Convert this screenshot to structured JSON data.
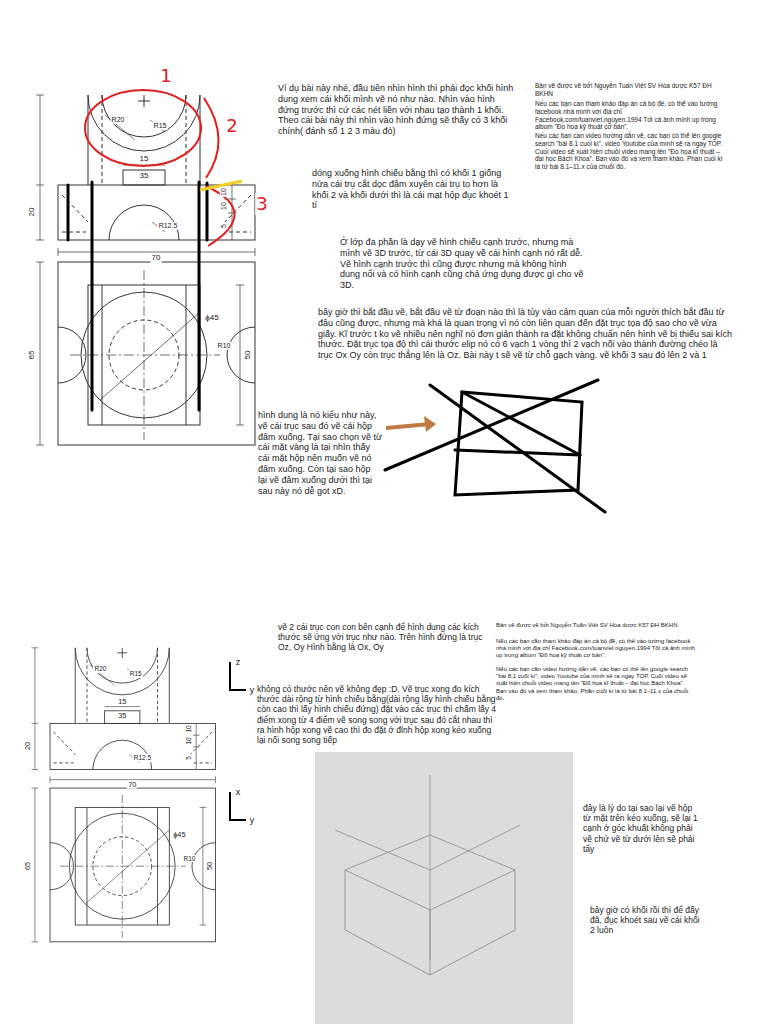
{
  "diagram": {
    "labels": [
      "1",
      "2",
      "3",
      "35",
      "R20",
      "R15",
      "15",
      "20",
      "10",
      "10",
      "5",
      "R12.5",
      "70",
      "65",
      "ϕ45",
      "R10",
      "50",
      "Ví dụ bài này nhé, đầu tiên nhìn hình thì phải đọc khối hình dung xem cái khối mình vẽ nó như nào. Nhìn vào hình đứng trước thì cứ các nét liền với nhau tạo thành 1 khối. Theo cái bài này thì nhìn vào hình đứng sẽ thấy có 3 khối chính( đánh số 1 2 3 màu đỏ)",
      "Bản vẽ được vẽ bởi Nguyễn Tuấn Việt SV Hóa dược K57 ĐH BKHN",
      "Nếu các bạn cần tham khảo đáp án cả bộ đề, có thể vào tường facebook nhà mình với địa chỉ Facebook.com/tuanviet.nguyen.1994 Tốt cả ảnh mình up trong album \"Đồ họa kỹ thuật cơ bản\".",
      "Nếu các bạn cần video hướng dẫn vẽ, các bạn có thể lên google search \"bài 8.1 cuối kì\", video Youtube của mình sẽ ra ngay TOP. Cuối video sẽ xuất hiện chuỗi video mang tên \"Đồ họa kĩ thuật – đại học Bách Khoa\". Bạn vào đó và xem tham khảo. Phần cuối kì là từ bài 8.1–11.x của chuỗi đó.",
      "dóng xuống hình chiếu bằng thì có khối 1 giống nửa cái trụ cắt dọc đâm xuyên cái trụ to hơn là khối 2 và khối dưới thì là cái mạt hộp đục khoét 1 tí",
      "Ở lớp đa phần là dạy vẽ hình chiếu cạnh trước, nhưng mà mình vẽ 3D trước, từ cái 3D quay về cái hình cạnh nó rất dễ. Vẽ hình cạnh trước thì cũng được nhưng mà không hình dung nổi và có hình cạnh cũng chả ứng dụng được gì cho vẽ 3D.",
      "bây giờ thì bắt đầu vẽ, bắt đầu vẽ từ đoạn nào thì là tùy vào cảm quan của mỗi người thích bắt đầu từ đâu cũng được, nhưng mà khá là quan trọng vì nó còn liên quan đến đặt trục tọa độ sao cho vẽ vừa giấy. Kĩ trước t ko vẽ nhiều nên nghĩ nó đơn giản thành ra đặt không chuẩn nên hình vẽ bị thiếu sai kích thước. Đặt trục tọa độ thì cái thước elip nó có 6 vạch 1 vòng thì 2 vạch nối vào thành đường chéo là trục Ox Oy còn trục thẳng lên là Oz. Bài này t sẽ vẽ từ chỗ gạch vàng. vẽ khối 3 sau đó lên 2 và 1",
      "hình dung là nó kiểu như này, vẽ cái trục sau đó vẽ cái hộp đâm xuống. Tại sao chọn vẽ từ cái mặt vàng là tại nhìn thấy cái mặt hộp nên muốn vẽ nó đâm xuống. Còn tại sao hộp lại vẽ đâm xuống dưới thì tại sau này nó dễ got xD.",
      "35",
      "R20",
      "R15",
      "15",
      "20",
      "10",
      "10",
      "5",
      "R12.5",
      "70",
      "65",
      "ϕ45",
      "R10",
      "50",
      "z",
      "y",
      "x",
      "y",
      "vẽ 2 cái trục con con bên cạnh để hình dung các kích thước sẽ ứng với trục như nào. Trên hình đứng là trục Oz, Oy Hình bằng là Ox, Oy",
      "Bản vẽ được vẽ bởi Nguyễn Tuấn Việt SV Hóa dược K57 ĐH BKHN",
      "Nếu các bạn cần tham khảo đáp án cả bộ đề, có thể vào tường facebook nhà mình với địa chỉ Facebook.com/tuanviet.nguyen.1994 Tốt cả ảnh mình up trong album \"Đồ họa kỹ thuật cơ bản\".",
      "Nếu các bạn cần video hướng dẫn vẽ, các bạn có thể lên google search \"bài 8.1 cuối kì\", video Youtube của mình sẽ ra ngay TOP. Cuối video sẽ xuất hiện chuỗi video mang tên \"Đồ họa kĩ thuật – đại học Bách Khoa\". Bạn vào đó và xem tham khảo. Phần cuối kì là từ bài 8.1–11.x của chuỗi đó.",
      "không có thước nên vẽ không đẹp :D. Vẽ trục xong đo kích thước dài rộng từ hình chiếu bằng(dài rộng lấy hình chiếu bằng còn cao thì lấy hình chiếu đứng) đặt vào các trục thì chấm lấy 4 điểm xong từ 4 điểm vẽ song song với trục sau đó cắt nhau thì ra hình hộp xong vẽ cao thì đo đặt ở đỉnh hộp xong kéo xuống lại nối song song tiếp",
      "đây là lý do tại sao lại vẽ hộp từ mặt trên kéo xuống, sẽ lại 1 cạnh ở góc khuất không phải vẽ chứ vẽ từ dưới lên sẽ phải tẩy",
      "bây giờ có khối rồi thì để đấy đã, đục khoét sau vẽ cái khối 2 luôn"
    ]
  }
}
